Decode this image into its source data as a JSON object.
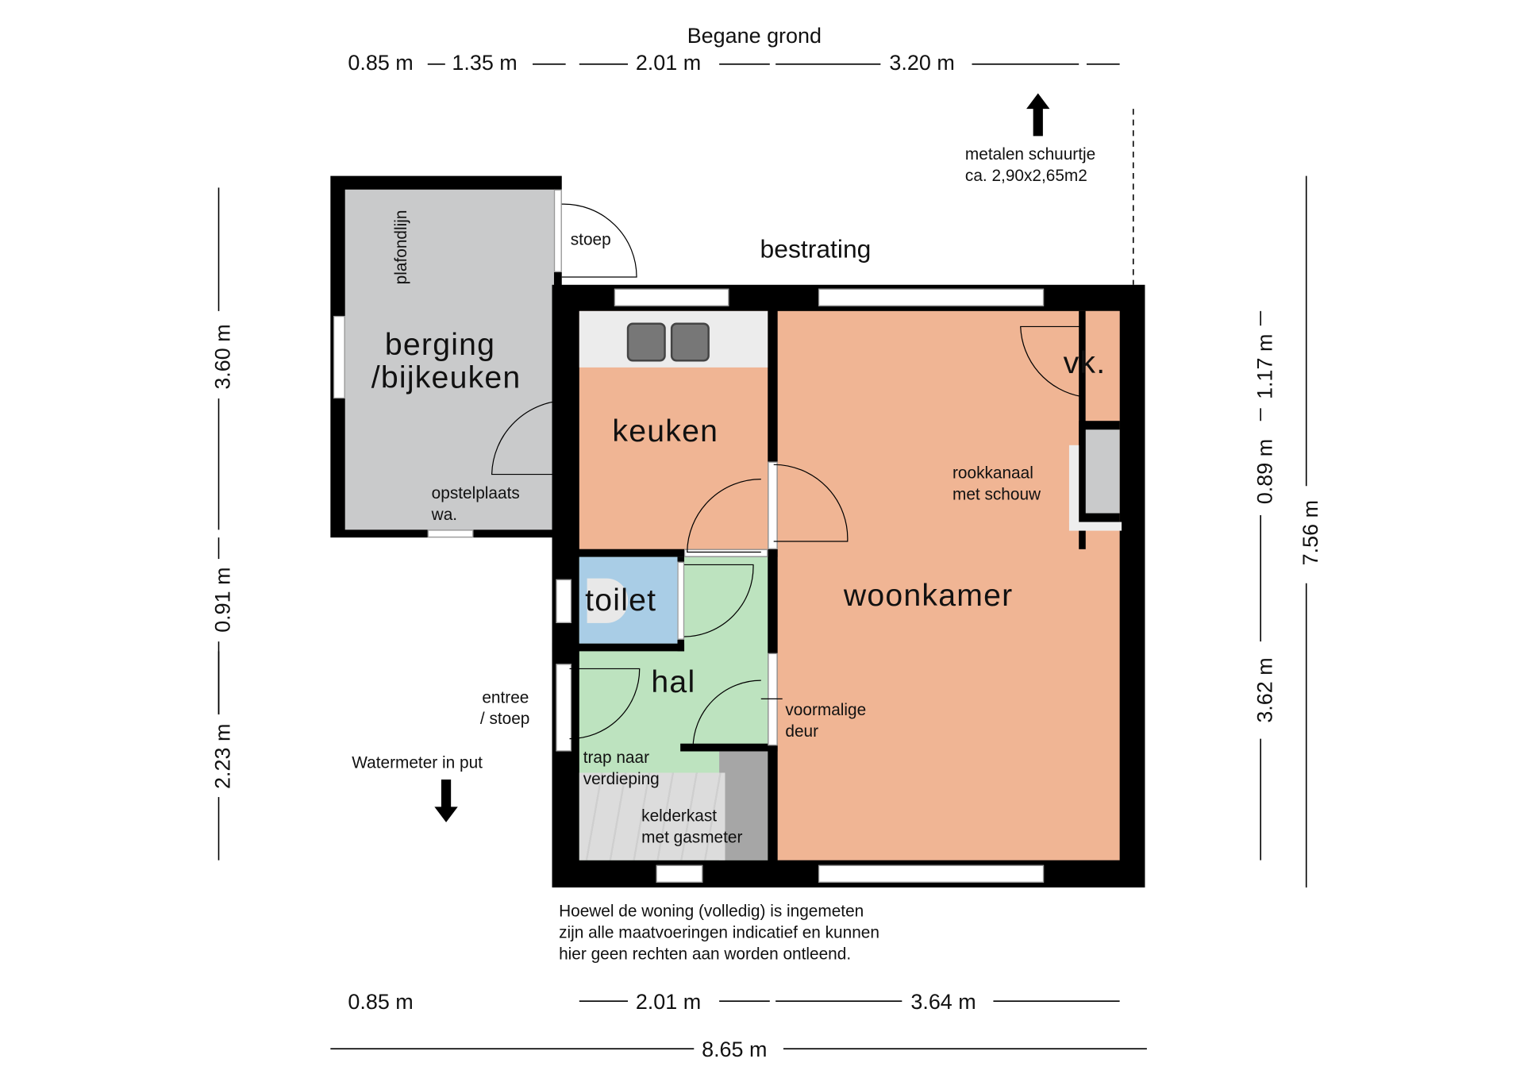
{
  "title": "Begane grond",
  "dimensions": {
    "top": [
      "0.85 m",
      "1.35 m",
      "2.01 m",
      "3.20 m"
    ],
    "bottom": [
      "0.85 m",
      "2.01 m",
      "3.64 m"
    ],
    "total_width": "8.65 m",
    "left": [
      "3.60 m",
      "0.91 m",
      "2.23 m"
    ],
    "right": [
      "1.17 m",
      "0.89 m",
      "3.62 m"
    ],
    "total_height": "7.56 m"
  },
  "rooms": {
    "berging": "berging\n/bijkeuken",
    "berging_l1": "berging",
    "berging_l2": "/bijkeuken",
    "keuken": "keuken",
    "woonkamer": "woonkamer",
    "vk": "vk.",
    "toilet": "toilet",
    "hal": "hal"
  },
  "labels": {
    "plafondlijn": "plafondlijn",
    "stoep": "stoep",
    "bestrating": "bestrating",
    "schuur_l1": "metalen schuurtje",
    "schuur_l2": "ca. 2,90x2,65m2",
    "opstel_l1": "opstelplaats",
    "opstel_l2": "wa.",
    "rook_l1": "rookkanaal",
    "rook_l2": "met schouw",
    "entree_l1": "entree",
    "entree_l2": "/ stoep",
    "watermeter": "Watermeter in put",
    "trap_l1": "trap naar",
    "trap_l2": "verdieping",
    "kelder_l1": "kelderkast",
    "kelder_l2": "met gasmeter",
    "voormalig_l1": "voormalige",
    "voormalig_l2": "deur"
  },
  "disclaimer": [
    "Hoewel de woning (volledig) is ingemeten",
    "zijn alle maatvoeringen indicatief en kunnen",
    "hier geen rechten aan worden ontleend."
  ],
  "colors": {
    "wall": "#000000",
    "berging": "#c9cacb",
    "living": "#f0b594",
    "toilet": "#a9cde6",
    "hal": "#bde3bf",
    "kelder": "#a6a6a6"
  }
}
